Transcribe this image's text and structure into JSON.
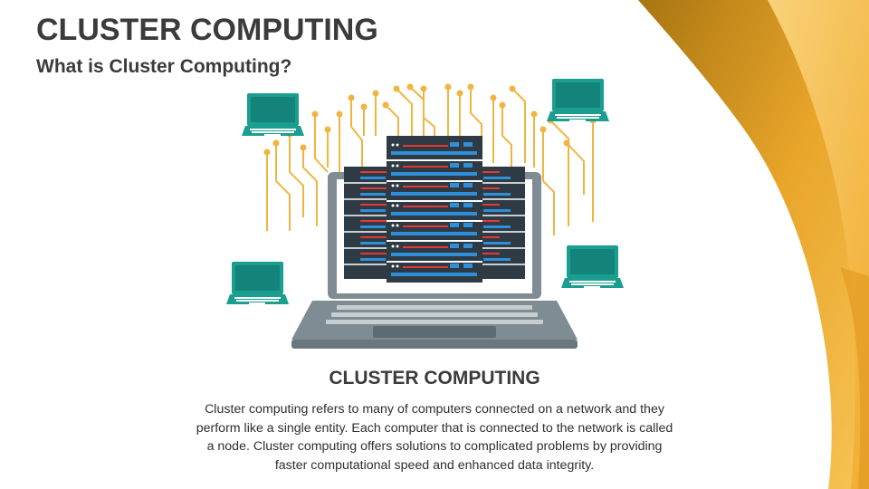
{
  "slide": {
    "title": "CLUSTER COMPUTING",
    "subtitle": "What is Cluster Computing?",
    "section_heading": "CLUSTER COMPUTING",
    "description": "Cluster computing refers to many of computers connected on a network and they perform like a single entity. Each computer that is connected to the network is called a node. Cluster computing offers solutions to complicated problems by providing faster computational speed and enhanced data integrity."
  },
  "colors": {
    "title_text": "#3b3b3b",
    "gold_dark": "#b8860b",
    "gold_light": "#f2b441",
    "circuit": "#f2b441",
    "laptop_gray": "#7f8c93",
    "server_dark": "#2e3a44",
    "screen_teal": "#1a9e8f",
    "accent_red": "#e53935",
    "accent_blue": "#2f8fd8"
  },
  "icons": [
    "laptop-icon",
    "server-rack-icon",
    "circuit-lines-icon"
  ]
}
